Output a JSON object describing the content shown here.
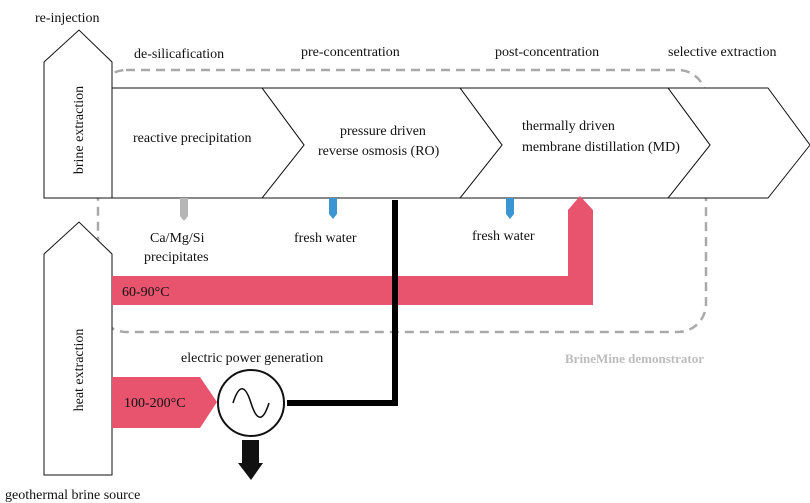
{
  "labels": {
    "reinjection": "re-injection",
    "brine_extraction": "brine extraction",
    "heat_extraction": "heat extraction",
    "geothermal_source": "geothermal brine source",
    "desilicification": "de-silicafication",
    "preconcentration": "pre-concentration",
    "postconcentration": "post-concentration",
    "selective_extraction": "selective extraction",
    "reactive_precipitation": "reactive precipitation",
    "ro_line1": "pressure driven",
    "ro_line2": "reverse osmosis (RO)",
    "md_line1": "thermally driven",
    "md_line2": "membrane distillation (MD)",
    "precipitates_line1": "Ca/Mg/Si",
    "precipitates_line2": "precipitates",
    "fresh_water_ro": "fresh water",
    "fresh_water_md": "fresh water",
    "low_temp": "60-90°C",
    "high_temp": "100-200°C",
    "power_generation": "electric power generation",
    "demonstrator": "BrineMine demonstrator"
  },
  "colors": {
    "hot_stream": "#e8546d",
    "power_line": "#000000",
    "water": "#3b95d3",
    "precipitate": "#b5b5b5",
    "boundary": "#a9a9a9",
    "outline": "#111111"
  }
}
